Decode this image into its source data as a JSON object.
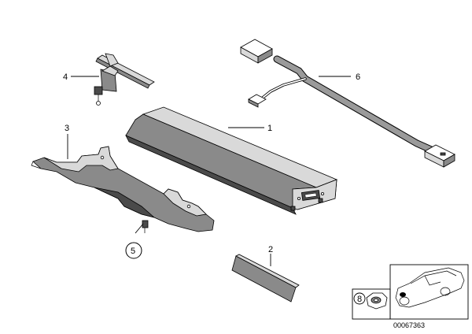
{
  "parts": [
    {
      "key": "p1",
      "label": "1"
    },
    {
      "key": "p2",
      "label": "2"
    },
    {
      "key": "p3",
      "label": "3"
    },
    {
      "key": "p4",
      "label": "4"
    },
    {
      "key": "p5",
      "label": "5"
    },
    {
      "key": "p6",
      "label": "6"
    },
    {
      "key": "p8",
      "label": "8"
    }
  ],
  "diagram_code": "00067363"
}
